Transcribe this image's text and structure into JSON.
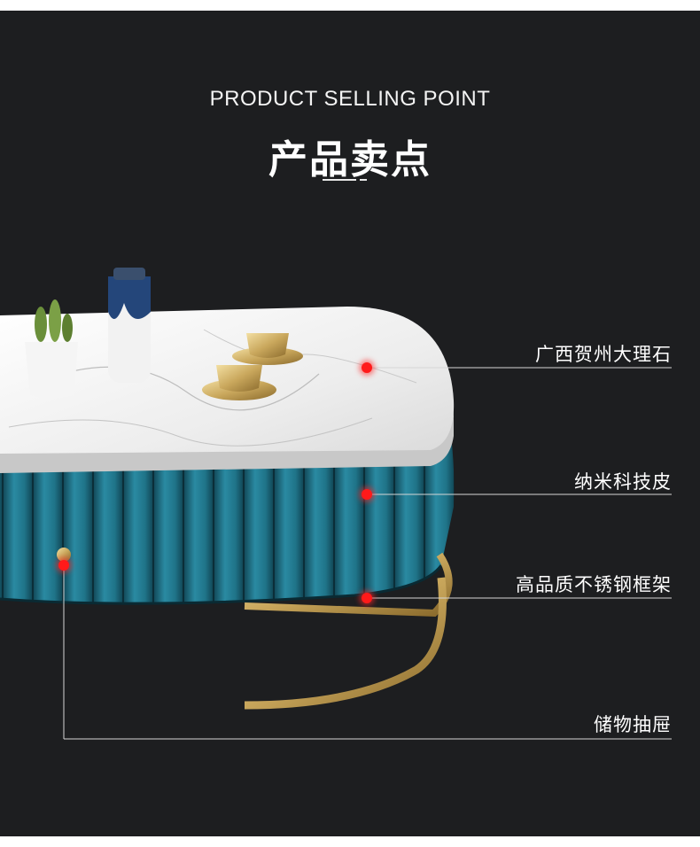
{
  "header": {
    "title_en": "PRODUCT SELLING POINT",
    "title_cn": "产品卖点"
  },
  "callouts": [
    {
      "label": "广西贺州大理石"
    },
    {
      "label": "纳米科技皮"
    },
    {
      "label": "高品质不锈钢框架"
    },
    {
      "label": "储物抽屉"
    }
  ],
  "colors": {
    "background": "#1d1e20",
    "leather_teal": "#1e6f84",
    "marble": "#f2f2f2",
    "gold": "#c9a75c",
    "dot_red": "#ff1a1a"
  }
}
